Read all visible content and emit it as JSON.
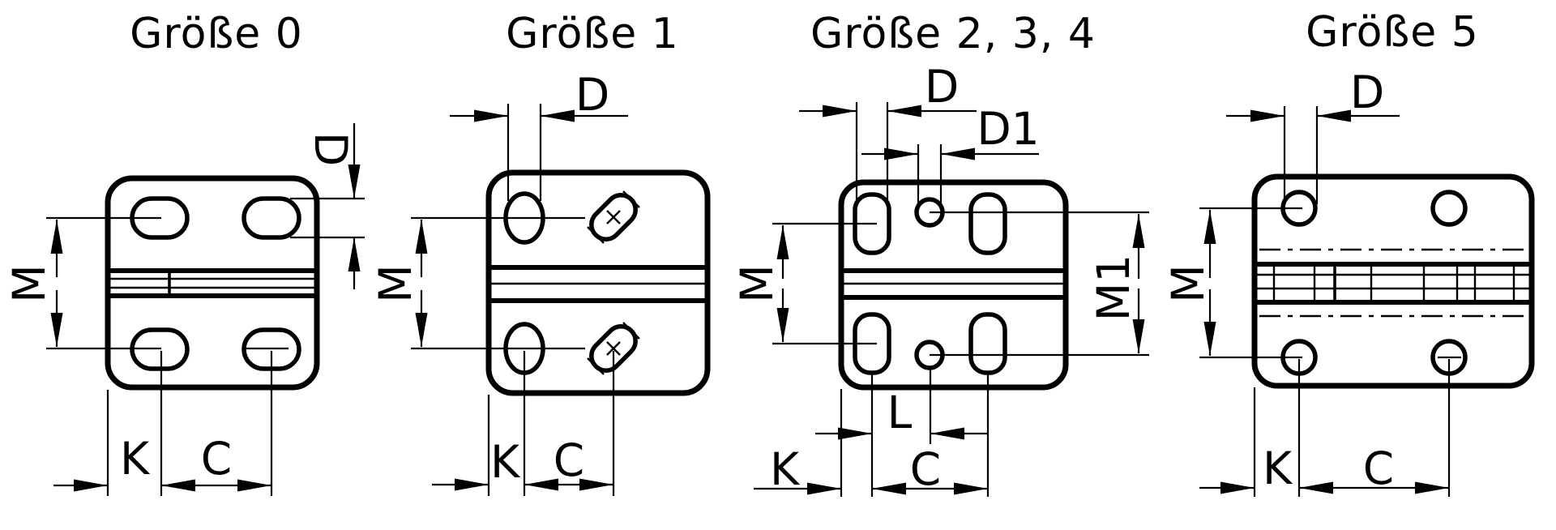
{
  "drawing": {
    "kind": "technical-dimension-drawing",
    "language": "de"
  },
  "colors": {
    "ink": "#000000",
    "paper": "#ffffff"
  },
  "figures": [
    {
      "title": "Größe 0",
      "labels": {
        "d": "D",
        "m": "M",
        "k": "K",
        "c": "C"
      }
    },
    {
      "title": "Größe 1",
      "labels": {
        "d": "D",
        "m": "M",
        "k": "K",
        "c": "C"
      }
    },
    {
      "title": "Größe 2, 3, 4",
      "labels": {
        "d": "D",
        "d1": "D1",
        "m": "M",
        "m1": "M1",
        "l": "L",
        "k": "K",
        "c": "C"
      }
    },
    {
      "title": "Größe 5",
      "labels": {
        "d": "D",
        "m": "M",
        "k": "K",
        "c": "C"
      }
    }
  ]
}
